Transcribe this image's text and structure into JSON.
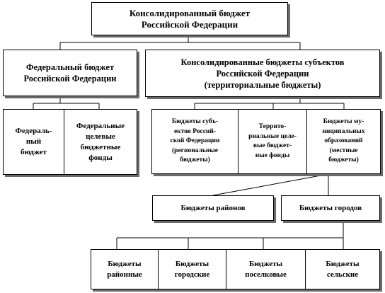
{
  "colors": {
    "line": "#000000",
    "shadow": "#6a6a6a",
    "background": "#ffffff"
  },
  "root": {
    "text": "Консолидированный бюджет\nРоссийской Федерации"
  },
  "federal": {
    "text": "Федеральный бюджет\nРоссийской Федерации"
  },
  "regional_consolidated": {
    "text": "Консолидированные бюджеты субъектов\nРоссийской Федерации\n(территориальные бюджеты)"
  },
  "federal_budget": {
    "text": "Федераль-\nный\nбюджет"
  },
  "federal_funds": {
    "text": "Федеральные\nцелевые\nбюджетные\nфонды"
  },
  "subject_budgets": {
    "text": "Бюджеты субъ-\nектов Россий-\nской Федерации\n(региональные\nбюджеты)"
  },
  "territorial_funds": {
    "text": "Террито-\nриальные целе-\nвые бюджет-\nные фонды"
  },
  "municipal_budgets": {
    "text": "Бюджеты му-\nниципальных\nобразований\n(местные\nбюджеты)"
  },
  "district_budgets": {
    "text": "Бюджеты районов"
  },
  "city_budgets": {
    "text": "Бюджеты городов"
  },
  "budgets_district_level": {
    "text": "Бюджеты\nрайонные"
  },
  "budgets_city_level": {
    "text": "Бюджеты\nгородские"
  },
  "budgets_settlement": {
    "text": "Бюджеты\nпоселковые"
  },
  "budgets_rural": {
    "text": "Бюджеты\nсельские"
  }
}
